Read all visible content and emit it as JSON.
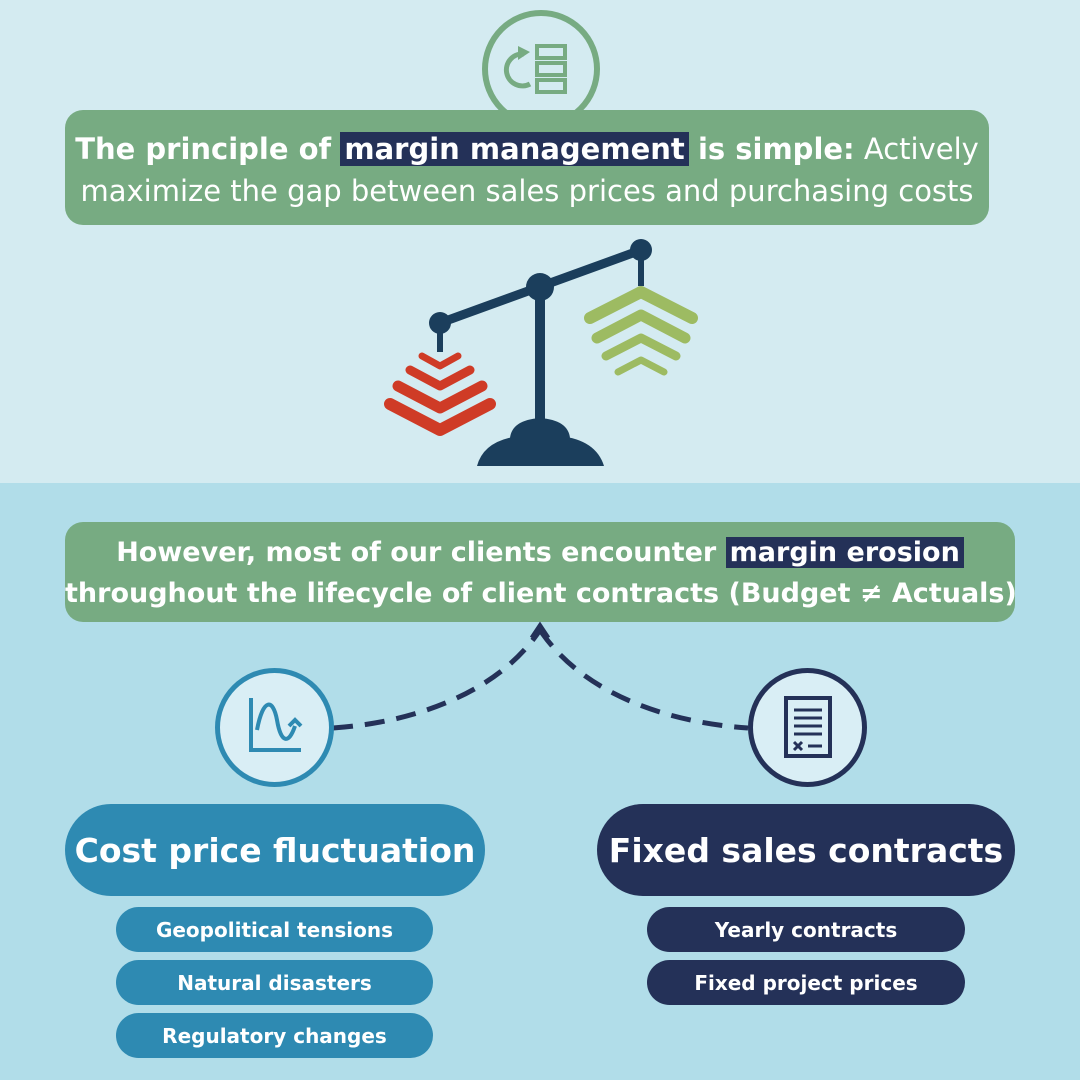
{
  "top_banner": {
    "line1_bold_before": "The principle of",
    "line1_highlight": "margin management",
    "line1_bold_after": "is simple:",
    "line1_regular": "Actively",
    "line2": "maximize the gap between sales prices and purchasing costs"
  },
  "middle_banner": {
    "line1_before": "However, most of our clients encounter",
    "line1_highlight": "margin erosion",
    "line2": "throughout the lifecycle of client contracts (Budget ≠ Actuals)"
  },
  "left_branch": {
    "title": "Cost price fluctuation",
    "items": [
      "Geopolitical tensions",
      "Natural disasters",
      "Regulatory changes"
    ]
  },
  "right_branch": {
    "title": "Fixed sales contracts",
    "items": [
      "Yearly contracts",
      "Fixed project prices"
    ]
  },
  "colors": {
    "banner_green": "#77ab82",
    "highlight_navy": "#243158",
    "teal": "#2e8ab2",
    "arrow_red": "#cf3b26",
    "arrow_green": "#9dbb62",
    "scale_navy": "#1b3e5c",
    "top_background": "#d4ebf1",
    "bottom_background": "#b1dde9"
  },
  "icons": [
    "reorder-icon",
    "balance-scale-icon",
    "fluctuation-chart-icon",
    "contract-document-icon"
  ]
}
